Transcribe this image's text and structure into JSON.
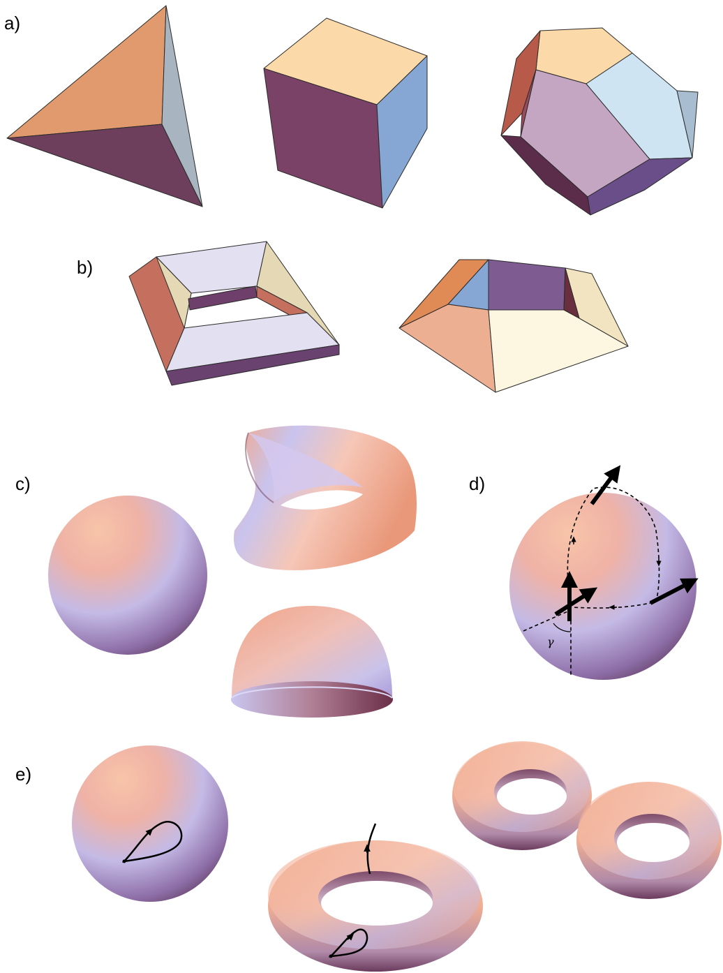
{
  "panel_labels": {
    "a": "a)",
    "b": "b)",
    "c": "c)",
    "d": "d)",
    "e": "e)"
  },
  "annotations": {
    "angle_symbol": "γ"
  },
  "colors": {
    "orange_face": "#E09A6E",
    "plum_face": "#6E3F5C",
    "gray_blue_face": "#A8B4BF",
    "peach_face": "#FCD9A9",
    "purple_face": "#7A4266",
    "blue_face": "#86A6D3",
    "lilac_face": "#C5A6C2",
    "light_blue_face": "#CFE4F2",
    "red_brown_face": "#B85A4A",
    "violet_face": "#6A4E8A",
    "lavender_face": "#E2E0F1",
    "tan_face": "#E4D8B5",
    "salmon_face": "#EDAF92",
    "cream_face": "#FDF6E0",
    "surface_warm": "#F3A98D",
    "surface_cool": "#B7B7E8",
    "surface_dark": "#5C2D4E"
  }
}
